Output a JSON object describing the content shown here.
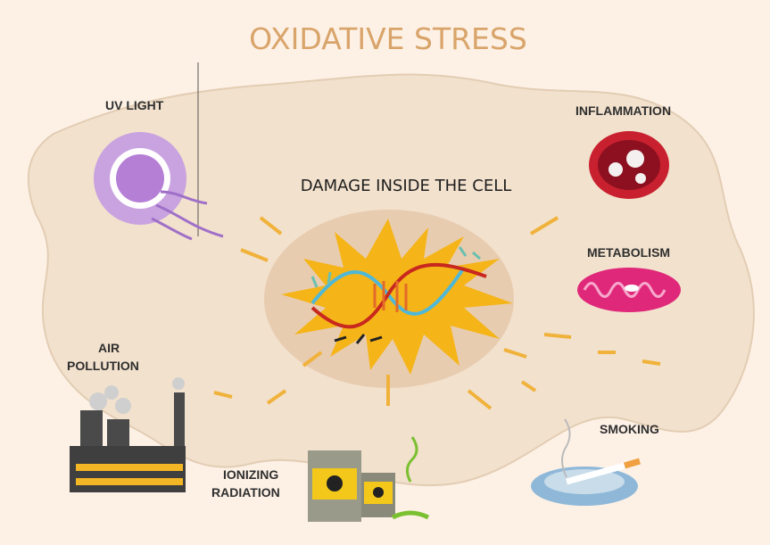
{
  "title": "OXIDATIVE STRESS",
  "center_label": "DAMAGE INSIDE THE CELL",
  "sources": {
    "uv_light": "UV LIGHT",
    "inflammation": "INFLAMMATION",
    "metabolism": "METABOLISM",
    "air_pollution_line1": "AIR",
    "air_pollution_line2": "POLLUTION",
    "smoking": "SMOKING",
    "ionizing_line1": "IONIZING",
    "ionizing_line2": "RADIATION"
  },
  "colors": {
    "background": "#fdf1e6",
    "cell": "#f2e1cd",
    "nucleus": "#e8ccb0",
    "burst": "#f5b417",
    "title": "#d9a46a",
    "uv": "#a070c8",
    "mito": "#e0287a"
  }
}
